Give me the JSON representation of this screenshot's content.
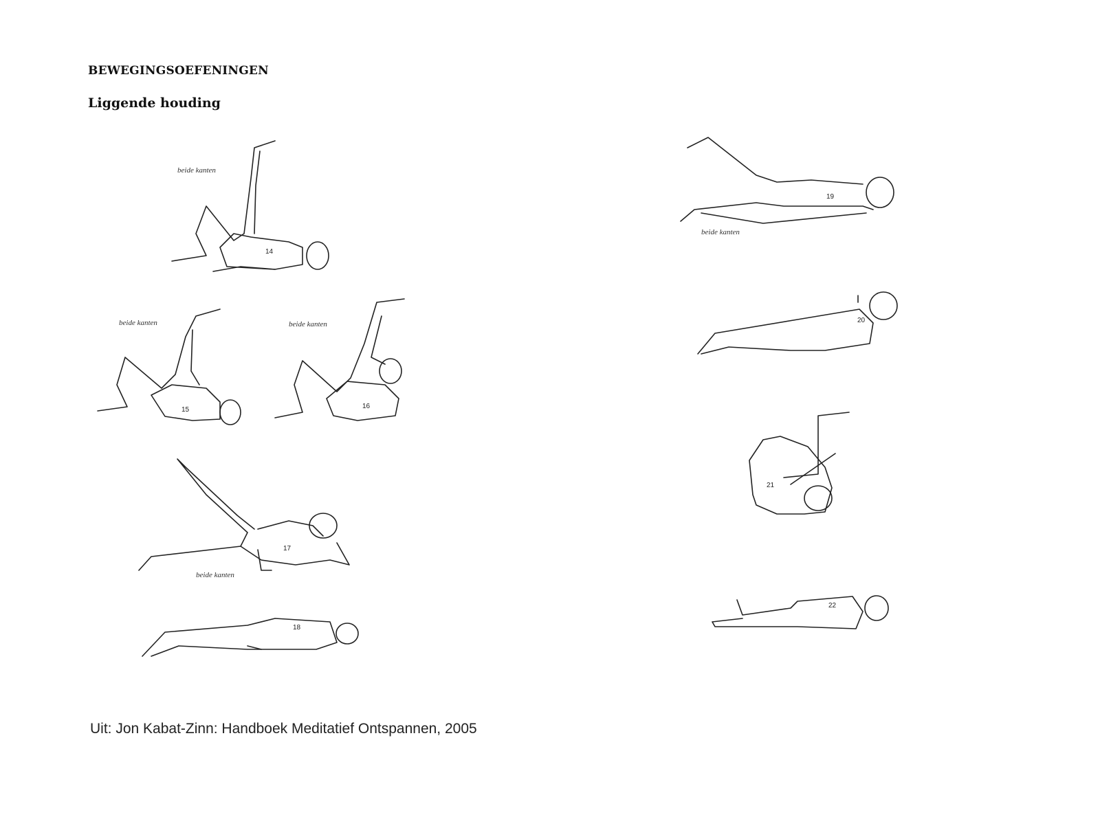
{
  "document": {
    "title": "BEWEGINGSOEFENINGEN",
    "subtitle": "Liggende houding",
    "source": "Uit: Jon Kabat-Zinn: Handboek Meditatief Ontspannen, 2005"
  },
  "exercises": [
    {
      "number": "14",
      "caption": "beide kanten"
    },
    {
      "number": "15",
      "caption": "beide kanten"
    },
    {
      "number": "16",
      "caption": "beide kanten"
    },
    {
      "number": "17",
      "caption": "beide kanten"
    },
    {
      "number": "18"
    },
    {
      "number": "19",
      "caption": "beide kanten"
    },
    {
      "number": "20"
    },
    {
      "number": "21"
    },
    {
      "number": "22"
    }
  ]
}
